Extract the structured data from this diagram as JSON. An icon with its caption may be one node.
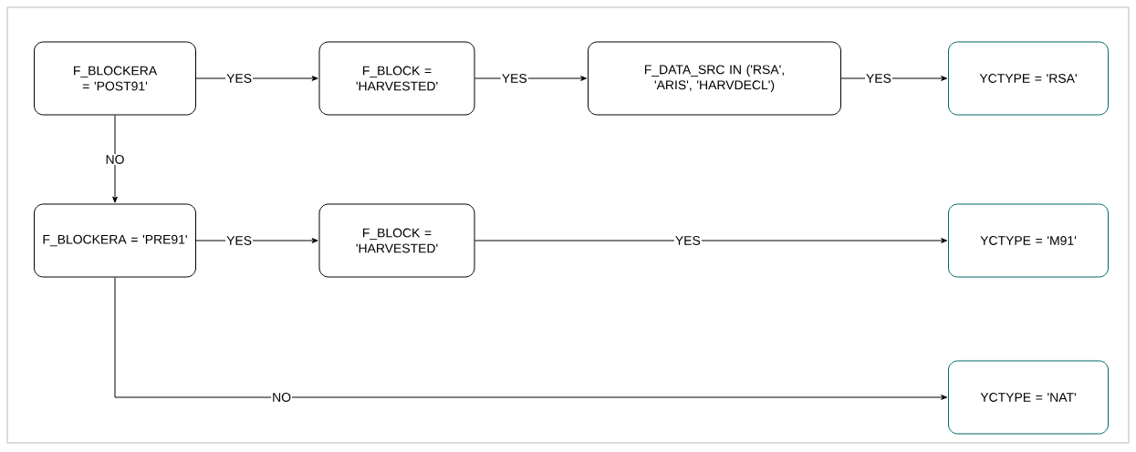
{
  "diagram": {
    "nodes": [
      {
        "text": [
          "F_BLOCKERA = 'POST91'"
        ]
      },
      {
        "text": [
          "F_BLOCK = 'HARVESTED'"
        ]
      },
      {
        "text": [
          "F_DATA_SRC IN ('RSA', 'ARIS', 'HARVDECL')"
        ]
      },
      {
        "text": [
          "YCTYPE = 'RSA'"
        ]
      },
      {
        "text": [
          "F_BLOCKERA = 'PRE91'"
        ]
      },
      {
        "text": [
          "F_BLOCK = 'HARVESTED'"
        ]
      },
      {
        "text": [
          "YCTYPE = 'M91'"
        ]
      },
      {
        "text": [
          "YCTYPE = 'NAT'"
        ]
      }
    ],
    "edges": [
      {
        "from": 0,
        "to": 1,
        "arrow": "to",
        "label": "YES"
      },
      {
        "from": 1,
        "to": 2,
        "arrow": "to",
        "label": "YES"
      },
      {
        "from": 2,
        "to": 3,
        "arrow": "to",
        "label": "YES"
      },
      {
        "from": 0,
        "to": 4,
        "arrow": "to",
        "label": "NO"
      },
      {
        "from": 4,
        "to": 5,
        "arrow": "to",
        "label": "YES"
      },
      {
        "from": 5,
        "to": 6,
        "arrow": "to",
        "label": "YES"
      },
      {
        "from": 4,
        "to": 7,
        "arrow": "to",
        "label": "NO"
      }
    ]
  }
}
